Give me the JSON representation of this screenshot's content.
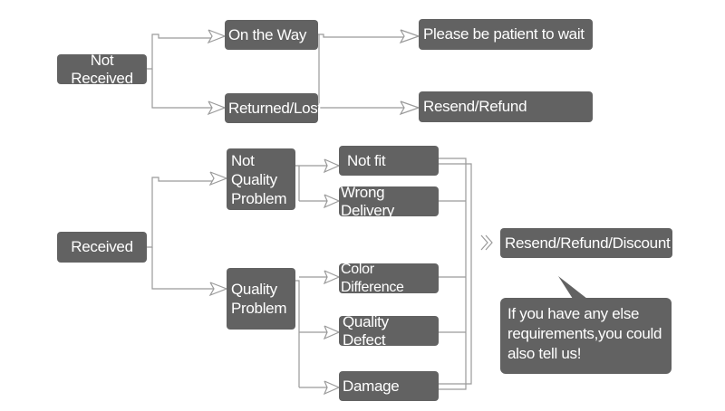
{
  "not_received": {
    "label": "Not Received",
    "on_the_way": "On the Way",
    "returned_lost": "Returned/Lost",
    "patient": "Please be patient to wait",
    "resend_refund": "Resend/Refund"
  },
  "received": {
    "label": "Received",
    "not_quality_problem": [
      "Not",
      "Quality",
      "Problem"
    ],
    "quality_problem": [
      "Quality",
      "Problem"
    ],
    "not_fit": "Not fit",
    "wrong_delivery": "Wrong Delivery",
    "color_difference": "Color Difference",
    "quality_defect": "Quality Defect",
    "damage": "Damage",
    "outcome": "Resend/Refund/Discount"
  },
  "note": [
    "If you have any else",
    "requirements,you could",
    "also tell us!"
  ],
  "colors": {
    "box_fill": "#626262",
    "box_text": "#ffffff",
    "connector": "#9a9a9a"
  }
}
